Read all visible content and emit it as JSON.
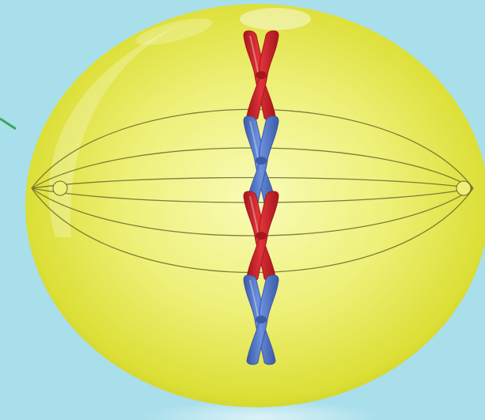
{
  "colors": {
    "background": "#a9dfeb",
    "cell_light": "#f9fbb8",
    "cell_mid": "#e4e84a",
    "cell_dark": "#b8b81a",
    "chromosome_red": "#d92b32",
    "chromosome_red_dark": "#a6161d",
    "chromosome_blue": "#5b7fd0",
    "chromosome_blue_dark": "#3b5aa8",
    "spindle_line": "#6b6a2a",
    "pointer_line": "#3aa858"
  },
  "diagram": {
    "subject": "cell-in-metaphase",
    "cell": "yellow-spherical-cell",
    "spindle_poles": [
      "left-pole",
      "right-pole"
    ],
    "spindle_fibers": 6,
    "metaphase_plate": "vertical",
    "chromosomes": [
      {
        "name": "chromosome-1",
        "color": "red"
      },
      {
        "name": "chromosome-2",
        "color": "blue"
      },
      {
        "name": "chromosome-3",
        "color": "red"
      },
      {
        "name": "chromosome-4",
        "color": "blue"
      }
    ],
    "pointer": "green-pointer-line"
  }
}
